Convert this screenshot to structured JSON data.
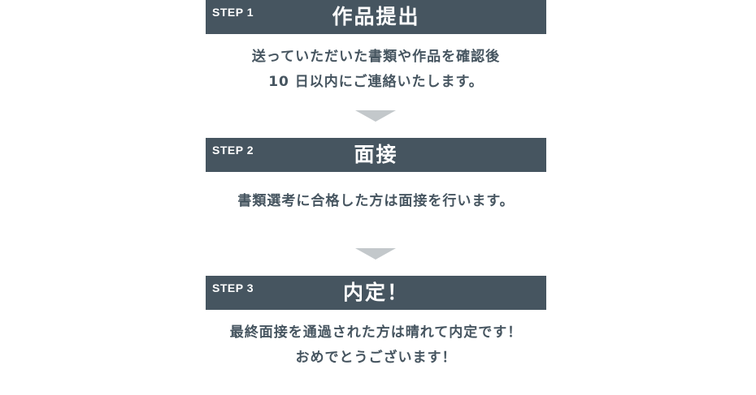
{
  "steps": [
    {
      "label": "STEP 1",
      "title": "作品提出",
      "lines": [
        "送っていただいた書類や作品を確認後",
        "10 日以内にご連絡いたします。"
      ]
    },
    {
      "label": "STEP 2",
      "title": "面接",
      "lines": [
        "書類選考に合格した方は面接を行います。"
      ]
    },
    {
      "label": "STEP 3",
      "title": "内定！",
      "lines": [
        "最終面接を通過された方は晴れて内定です！",
        "おめでとうございます！"
      ]
    }
  ],
  "arrow_icon": "chevron-down-icon",
  "colors": {
    "header_bg": "#465560",
    "text": "#465560",
    "arrow": "#c3c8cb"
  }
}
